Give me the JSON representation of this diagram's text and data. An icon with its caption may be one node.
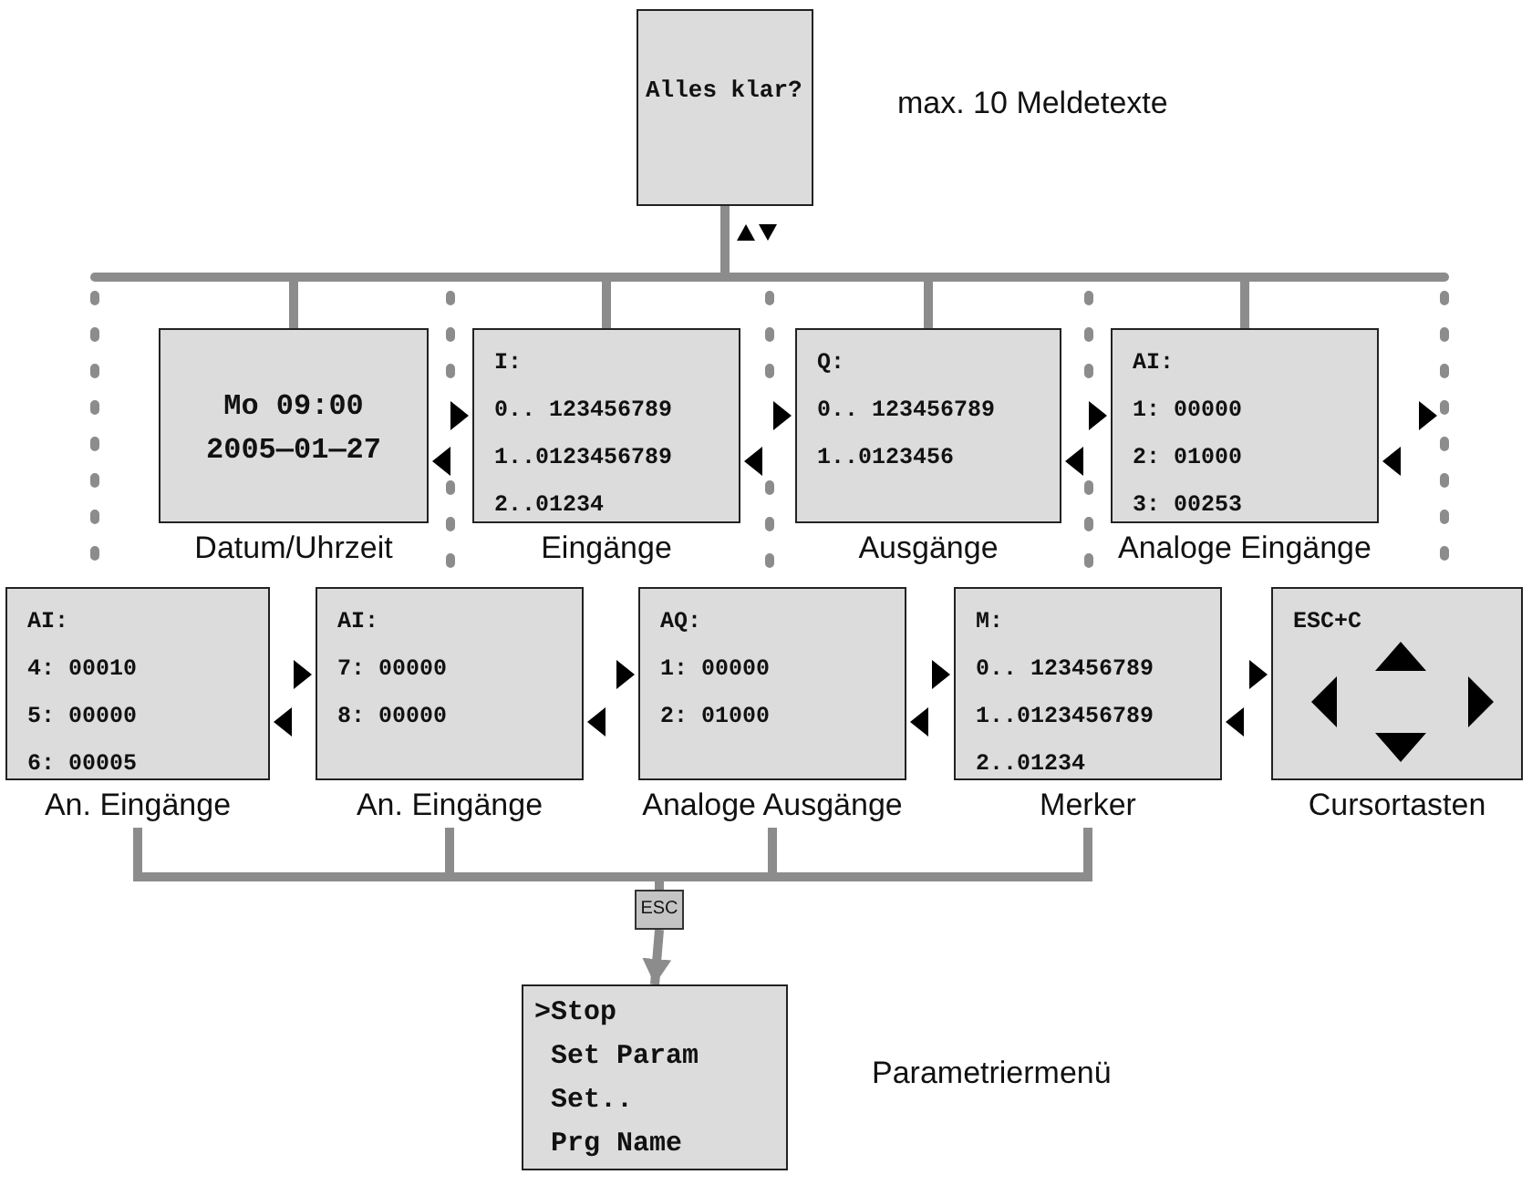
{
  "diagram": {
    "nodes": [
      {
        "text": [
          "Alles klar?"
        ],
        "beside": [
          "max. 10 Meldetexte"
        ]
      },
      {
        "text": [
          "Mo 09:00",
          "2005—01—27"
        ],
        "beside": [
          "Datum/Uhrzeit"
        ]
      },
      {
        "text": [
          "I:",
          "0.. 123456789",
          "1..0123456789",
          "2..01234"
        ],
        "beside": [
          "Eingänge"
        ]
      },
      {
        "text": [
          "Q:",
          "0.. 123456789",
          "1..0123456"
        ],
        "beside": [
          "Ausgänge"
        ]
      },
      {
        "text": [
          "AI:",
          "1: 00000",
          "2: 01000",
          "3: 00253"
        ],
        "beside": [
          "Analoge Eingänge"
        ]
      },
      {
        "text": [
          "AI:",
          "4: 00010",
          "5: 00000",
          "6: 00005"
        ],
        "beside": [
          "An. Eingänge"
        ]
      },
      {
        "text": [
          "AI:",
          "7: 00000",
          "8: 00000"
        ],
        "beside": [
          "An. Eingänge"
        ]
      },
      {
        "text": [
          "AQ:",
          "1: 00000",
          "2: 01000"
        ],
        "beside": [
          "Analoge Ausgänge"
        ]
      },
      {
        "text": [
          "M:",
          "0.. 123456789",
          "1..0123456789",
          "2..01234"
        ],
        "beside": [
          "Merker"
        ]
      },
      {
        "text": [
          "ESC+C"
        ],
        "beside": [
          "Cursortasten"
        ]
      },
      {
        "text": [
          "ESC"
        ]
      },
      {
        "text": [
          ">Stop",
          "Set Param",
          "Set..",
          "Prg Name"
        ],
        "beside": [
          "Parametriermenü"
        ]
      }
    ],
    "edges": [
      {
        "from": 0,
        "to": 1,
        "arrow": "none"
      },
      {
        "from": 0,
        "to": 2,
        "arrow": "none"
      },
      {
        "from": 0,
        "to": 3,
        "arrow": "none"
      },
      {
        "from": 0,
        "to": 4,
        "arrow": "none"
      },
      {
        "from": 1,
        "to": 2,
        "arrow": "both",
        "color": "#000000"
      },
      {
        "from": 2,
        "to": 3,
        "arrow": "both",
        "color": "#000000"
      },
      {
        "from": 3,
        "to": 4,
        "arrow": "both",
        "color": "#000000"
      },
      {
        "from": 4,
        "to": null,
        "arrow": "both",
        "color": "#000000"
      },
      {
        "from": 5,
        "to": 6,
        "arrow": "both",
        "color": "#000000"
      },
      {
        "from": 6,
        "to": 7,
        "arrow": "both",
        "color": "#000000"
      },
      {
        "from": 7,
        "to": 8,
        "arrow": "both",
        "color": "#000000"
      },
      {
        "from": 8,
        "to": 9,
        "arrow": "both",
        "color": "#000000"
      },
      {
        "from": 5,
        "to": 10,
        "arrow": "none"
      },
      {
        "from": 6,
        "to": 10,
        "arrow": "none"
      },
      {
        "from": 7,
        "to": 10,
        "arrow": "none"
      },
      {
        "from": 8,
        "to": 10,
        "arrow": "none"
      },
      {
        "from": 10,
        "to": 11,
        "arrow": "to"
      }
    ]
  }
}
